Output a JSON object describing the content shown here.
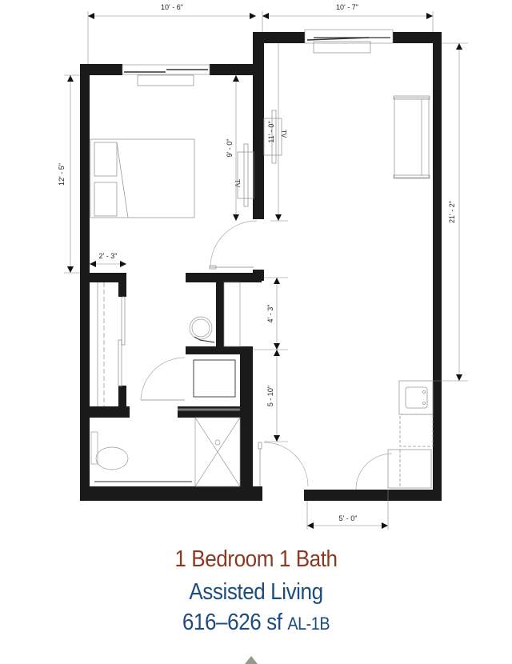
{
  "dimensions": {
    "top_left_width": "10' - 6\"",
    "top_right_width": "10' - 7\"",
    "bedroom_height": "12' - 5\"",
    "bedroom_inner": "9' - 0\"",
    "living_partial": "11' - 0\"",
    "overall_height": "21' - 2\"",
    "closet_width": "2' - 3\"",
    "bath_upper": "4' - 3\"",
    "bath_lower": "5 - 10\"",
    "entry_width": "5' - 0\""
  },
  "labels": {
    "tv_bedroom": "TV",
    "tv_living": "TV"
  },
  "caption": {
    "line1": "1 Bedroom 1 Bath",
    "line2": "Assisted Living",
    "line3_area": "616–626 sf",
    "line3_code": "AL-1B"
  },
  "colors": {
    "wall": "#1a1a1a",
    "title_brown": "#8b3a22",
    "title_blue": "#1d4d80",
    "caret": "#949a8a"
  }
}
